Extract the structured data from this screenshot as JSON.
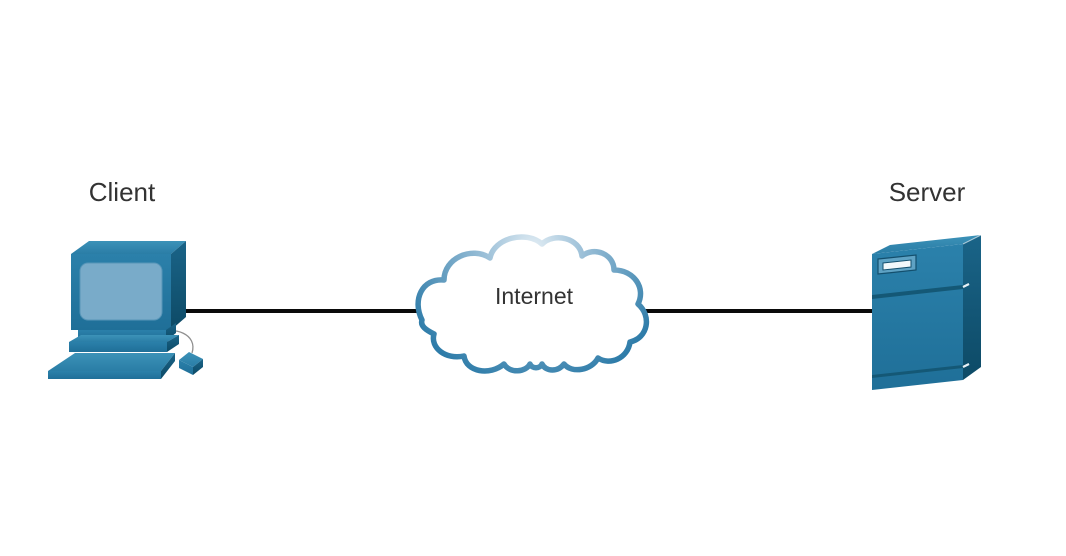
{
  "diagram": {
    "type": "network-topology",
    "nodes": [
      {
        "id": "client",
        "label": "Client",
        "icon": "desktop-computer-icon"
      },
      {
        "id": "internet",
        "label": "Internet",
        "icon": "cloud-icon"
      },
      {
        "id": "server",
        "label": "Server",
        "icon": "server-tower-icon"
      }
    ],
    "edges": [
      {
        "from": "client",
        "to": "internet",
        "style": "solid"
      },
      {
        "from": "internet",
        "to": "server",
        "style": "solid"
      }
    ],
    "colors": {
      "node_primary": "#2277A2",
      "node_top_face": "#338BB4",
      "node_side_shadow": "#0F4E6E",
      "monitor_screen": "#79ABC9",
      "cloud_stroke_dark": "#2E7CA9",
      "cloud_stroke_light": "#DCE8F1",
      "edge_line": "#0a0a0a",
      "label_text": "#333333",
      "background": "#ffffff"
    }
  }
}
